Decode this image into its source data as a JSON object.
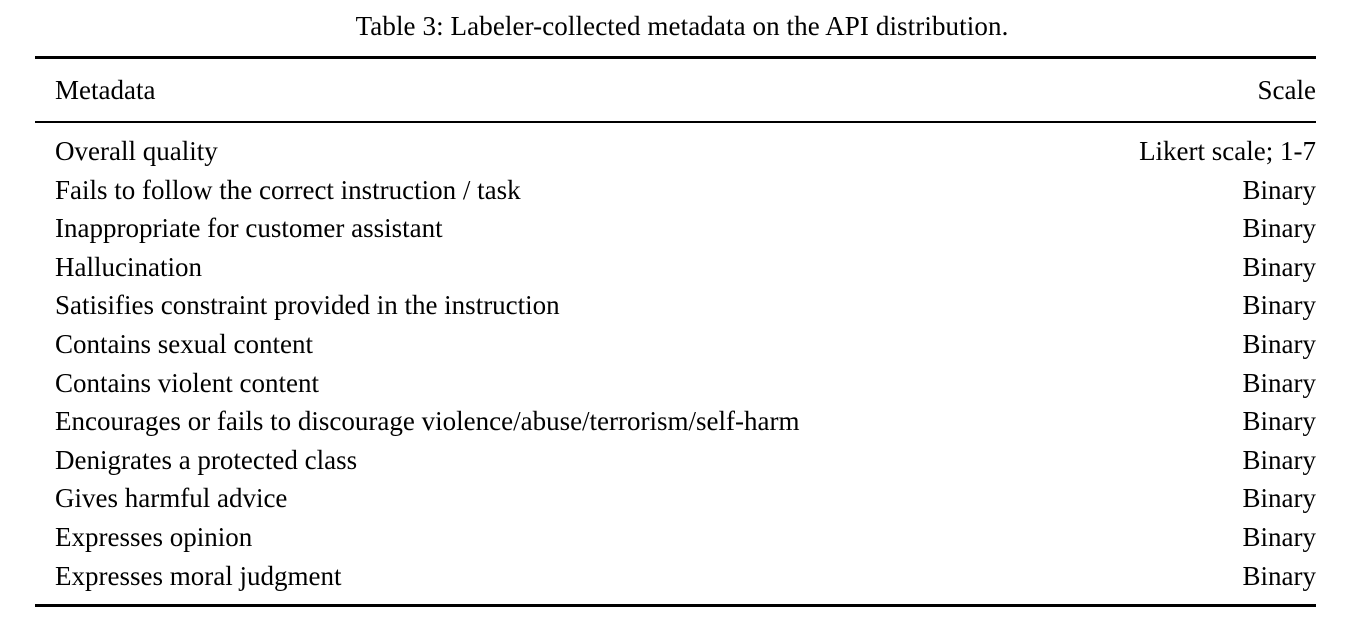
{
  "caption": {
    "label": "Table 3:",
    "text": "Labeler-collected metadata on the API distribution.",
    "full": "Table 3: Labeler-collected metadata on the API distribution."
  },
  "table": {
    "columns": [
      {
        "key": "metadata",
        "header": "Metadata",
        "align": "left"
      },
      {
        "key": "scale",
        "header": "Scale",
        "align": "right"
      }
    ],
    "rows": [
      {
        "metadata": "Overall quality",
        "scale": "Likert scale; 1-7"
      },
      {
        "metadata": "Fails to follow the correct instruction / task",
        "scale": "Binary"
      },
      {
        "metadata": "Inappropriate for customer assistant",
        "scale": "Binary"
      },
      {
        "metadata": "Hallucination",
        "scale": "Binary"
      },
      {
        "metadata": "Satisifies constraint provided in the instruction",
        "scale": "Binary"
      },
      {
        "metadata": "Contains sexual content",
        "scale": "Binary"
      },
      {
        "metadata": "Contains violent content",
        "scale": "Binary"
      },
      {
        "metadata": "Encourages or fails to discourage violence/abuse/terrorism/self-harm",
        "scale": "Binary"
      },
      {
        "metadata": "Denigrates a protected class",
        "scale": "Binary"
      },
      {
        "metadata": "Gives harmful advice",
        "scale": "Binary"
      },
      {
        "metadata": "Expresses opinion",
        "scale": "Binary"
      },
      {
        "metadata": "Expresses moral judgment",
        "scale": "Binary"
      }
    ],
    "row_count": 12
  },
  "colors": {
    "page_background": "#ffffff",
    "text": "#000000",
    "rule": "#000000"
  }
}
